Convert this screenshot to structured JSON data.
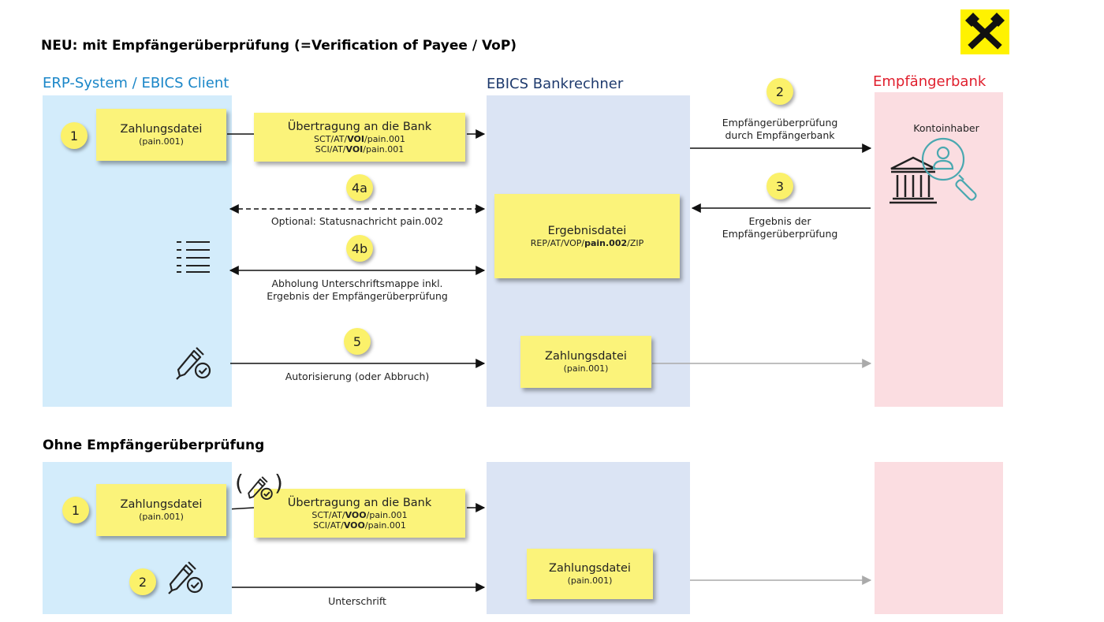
{
  "colors": {
    "client_lane": "#d3ecfb",
    "bank_lane": "#dbe4f4",
    "receiver_lane": "#fbdde1",
    "note": "#fbf37a",
    "receiver_title": "#e0202e",
    "client_title": "#1a86c8",
    "bank_title": "#1f3b6e",
    "icon_teal": "#4aa8b0"
  },
  "logo": {
    "icon": "crossed-hammers-logo"
  },
  "section_with_vop": {
    "title": "NEU: mit Empfängerüberprüfung (=Verification of Payee / VoP)",
    "lanes": {
      "client": "ERP-System / EBICS Client",
      "bank": "EBICS Bankrechner",
      "receiver": "Empfängerbank"
    },
    "steps": {
      "s1": "1",
      "s2": "2",
      "s3": "3",
      "s4a": "4a",
      "s4b": "4b",
      "s5": "5"
    },
    "payment_file_note": {
      "title": "Zahlungsdatei",
      "sub": "(pain.001)"
    },
    "transfer_note": {
      "title": "Übertragung an die Bank",
      "l1_pre": "SCT/AT/",
      "l1_bold": "VOI",
      "l1_post": "/pain.001",
      "l2_pre": "SCI/AT/",
      "l2_bold": "VOI",
      "l2_post": "/pain.001"
    },
    "result_note": {
      "title": "Ergebnisdatei",
      "sub_pre": "REP/AT/VOP/",
      "sub_bold": "pain.002",
      "sub_post": "/ZIP"
    },
    "payment_file_bank_note": {
      "title": "Zahlungsdatei",
      "sub": "(pain.001)"
    },
    "check_label_l1": "Empfängerüberprüfung",
    "check_label_l2": "durch Empfängerbank",
    "result_label_l1": "Ergebnis der",
    "result_label_l2": "Empfängerüberprüfung",
    "status_label": "Optional: Statusnachricht pain.002",
    "fetch_label_l1": "Abholung Unterschriftsmappe inkl.",
    "fetch_label_l2": "Ergebnis der Empfängerüberprüfung",
    "auth_label": "Autorisierung (oder Abbruch)",
    "account_holder": "Kontoinhaber",
    "icons": [
      "list-icon",
      "signature-pen-icon",
      "bank-building-icon",
      "person-search-icon"
    ]
  },
  "section_without_vop": {
    "title": "Ohne Empfängerüberprüfung",
    "steps": {
      "s1": "1",
      "s2": "2"
    },
    "payment_file_note": {
      "title": "Zahlungsdatei",
      "sub": "(pain.001)"
    },
    "transfer_note": {
      "title": "Übertragung an die Bank",
      "l1_pre": "SCT/AT/",
      "l1_bold": "VOO",
      "l1_post": "/pain.001",
      "l2_pre": "SCI/AT/",
      "l2_bold": "VOO",
      "l2_post": "/pain.001"
    },
    "paren_open": "(",
    "paren_close": ")",
    "payment_file_bank_note": {
      "title": "Zahlungsdatei",
      "sub": "(pain.001)"
    },
    "signature_label": "Unterschrift",
    "icons": [
      "signature-pen-icon"
    ]
  }
}
